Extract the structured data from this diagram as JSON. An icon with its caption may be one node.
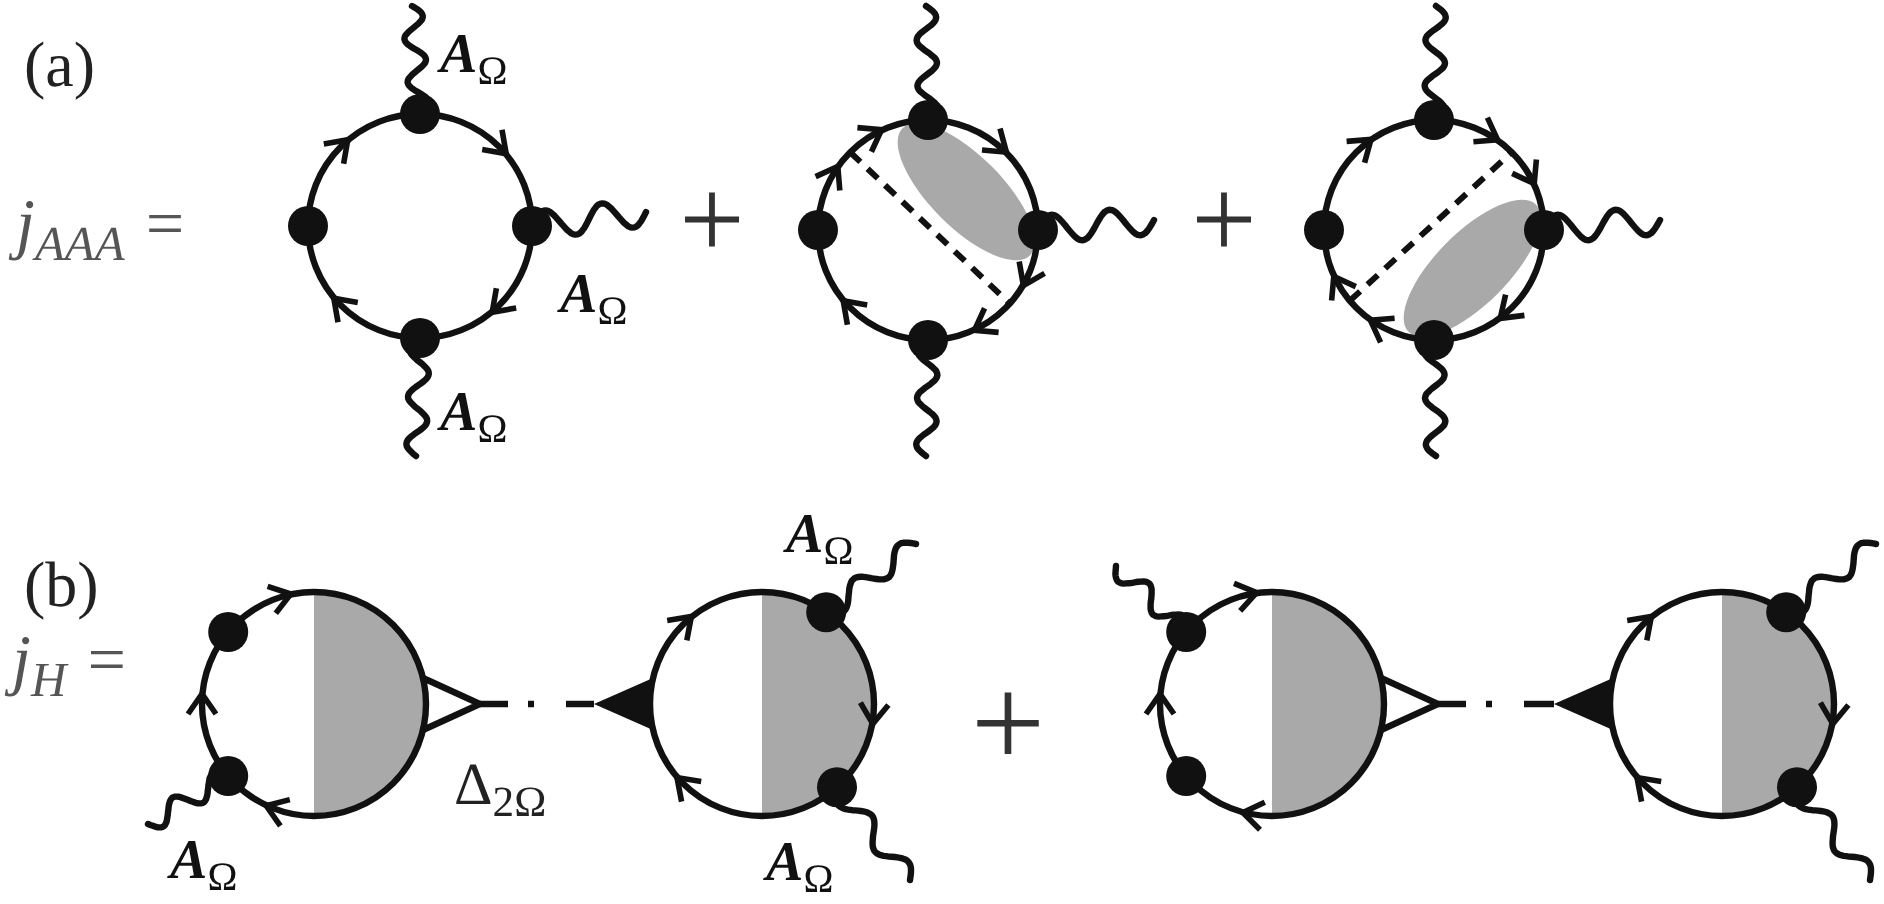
{
  "diagram": {
    "labels": [
      "(a)",
      "j$_{AAA}$ =",
      "**A**$_{Ω}$",
      "**A**$_{Ω}$",
      "**A**$_{Ω}$",
      "+",
      "+",
      "(b)",
      "j$_{H}$ =",
      "**A**$_{Ω}$",
      "Δ$_{2Ω}$",
      "**A**$_{Ω}$",
      "**A**$_{Ω}$",
      "+"
    ]
  }
}
